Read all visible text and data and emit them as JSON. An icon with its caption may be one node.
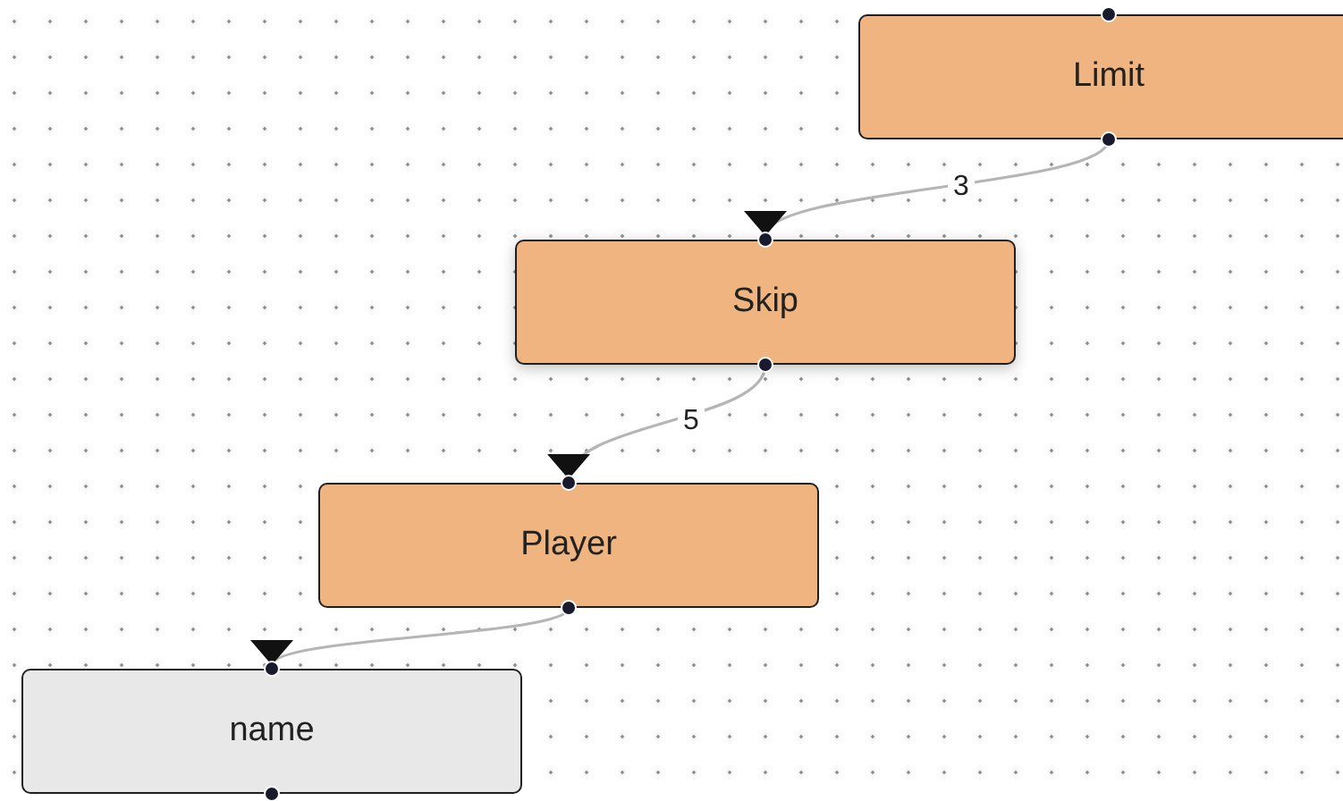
{
  "diagram": {
    "nodes": [
      {
        "text": [
          "Limit"
        ]
      },
      {
        "text": [
          "Skip"
        ]
      },
      {
        "text": [
          "Player"
        ]
      },
      {
        "text": [
          "name"
        ]
      }
    ],
    "edges": [
      {
        "from": 0,
        "to": 1,
        "arrow": "to",
        "label": "3"
      },
      {
        "from": 1,
        "to": 2,
        "arrow": "to",
        "label": "5"
      },
      {
        "from": 2,
        "to": 3,
        "arrow": "to"
      }
    ]
  }
}
